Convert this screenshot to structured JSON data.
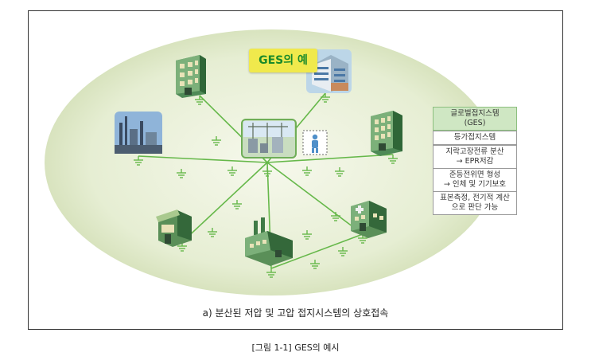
{
  "badge": "GES의 예",
  "panels": [
    {
      "lines": [
        "글로벌접지스템",
        "(GES)"
      ]
    },
    {
      "lines": [
        "등가접지스템"
      ]
    },
    {
      "lines": [
        "지락고장전류 분산",
        "→ EPR저감"
      ]
    },
    {
      "lines": [
        "준등전위면 형성",
        "→ 인체 및 기기보호"
      ]
    },
    {
      "lines": [
        "표본측정, 전기적 계산",
        "으로 판단 가능"
      ]
    }
  ],
  "caption_inner": "a) 분산된 저압 및 고압 접지시스템의 상호접속",
  "caption_outer": "[그림 1-1] GES의 예시",
  "icons": [
    "office-building-icon",
    "city-building-icon",
    "industrial-plant-icon",
    "substation-icon",
    "person-icon",
    "apartment-building-icon",
    "shop-icon",
    "factory-icon",
    "hospital-icon",
    "ground-symbol-icon"
  ],
  "colors": {
    "ellipse": "#e6eed3",
    "line": "#66b84a",
    "badge": "#f0e94c",
    "badge_text": "#1a8a2a",
    "panel_head": "#cfe7c3"
  }
}
